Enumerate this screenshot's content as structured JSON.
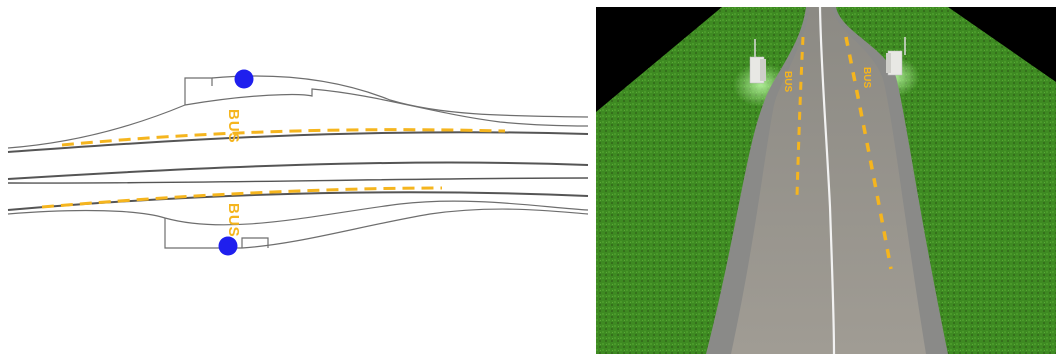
{
  "plan_view": {
    "bus_marking_top": "BUS",
    "bus_marking_bottom": "BUS",
    "marking_color": "#F5B51E",
    "bus_stop_marker_color": "#1F1FEE",
    "road_line_color": "#6E6E6E"
  },
  "render_view": {
    "bus_marking_left": "BUS",
    "bus_marking_right": "BUS",
    "grass_color": "#3E8A22",
    "asphalt_color": "#9A968E",
    "sidewalk_color": "#8C8C8C",
    "marking_color": "#F5B51E",
    "centerline_color": "#F2F2F2",
    "sky_color": "#000000"
  }
}
